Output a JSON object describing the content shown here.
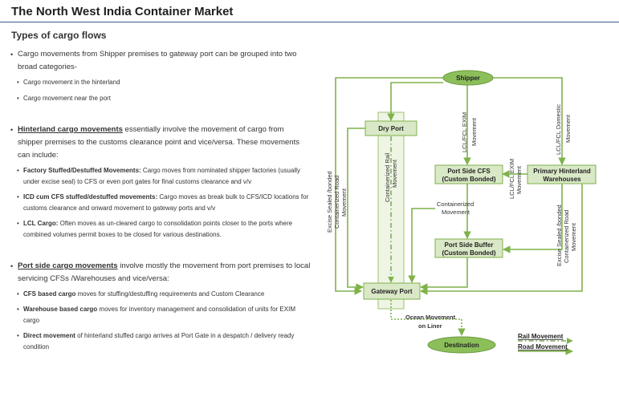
{
  "header": {
    "title": "The North West India Container Market",
    "subtitle": "Types of cargo flows"
  },
  "text": {
    "intro": "Cargo movements from Shipper premises to gateway port can be grouped into two broad categories-",
    "cat1": "Cargo movement in the hinterland",
    "cat2": "Cargo movement near the port",
    "hinterland_head": "Hinterland  cargo movements",
    "hinterland_rest": " essentially involve the movement of cargo from shipper premises to the customs clearance point and vice/versa.  These movements can include:",
    "factory_head": "Factory Stuffed/Destuffed Movements:",
    "factory_rest": " Cargo moves from nominated shipper factories (usually under excise seal) to CFS or even port gates for final customs clearance and v/v",
    "icd_head": "ICD cum CFS stuffed/destuffed movements:",
    "icd_rest": " Cargo moves as break bulk to CFS/ICD locations for customs clearance and onward movement to gateway ports and v/v",
    "lcl_head": "LCL Cargo:",
    "lcl_rest": " Often moves as un-cleared cargo to consolidation points closer to the ports where combined volumes permit  boxes to be closed for various destinations.",
    "port_head": "Port side cargo movements",
    "port_rest": " involve mostly the movement from port premises to local servicing CFSs /Warehouses and vice/versa:",
    "cfs_head": "CFS based cargo",
    "cfs_rest": " moves for stuffing/destuffing requirements and Custom Clearance",
    "wh_head": "Warehouse based cargo",
    "wh_rest": " moves for inventory management and consolidation of units for EXIM cargo",
    "direct_head": "Direct movement",
    "direct_rest": " of hinterland stuffed cargo arrives at Port Gate in a despatch / delivery ready condition"
  },
  "diagram": {
    "nodes": {
      "shipper": "Shipper",
      "dry_port": "Dry Port",
      "cfs_1": "Port Side CFS",
      "cfs_2": "(Custom Bonded)",
      "phw_1": "Primary Hinterland",
      "phw_2": "Warehouses",
      "buf_1": "Port Side Buffer",
      "buf_2": "(Custom Bonded)",
      "gateway": "Gateway Port",
      "destination": "Destination"
    },
    "labels": {
      "excise_left_1": "Excise Sealed /bonded",
      "excise_left_2": "Containerized Road",
      "excise_left_3": "Movement",
      "rail_1": "Containerized Rail",
      "rail_2": "Movement",
      "lcl_exim_1": "LCL/FCL EXIM",
      "lcl_exim_2": "Movement",
      "lcl_dom_1": "LCL/FCL Domestic",
      "lcl_dom_2": "Movement",
      "lcl_exim_mid_1": "LCL/FCL EXIM",
      "lcl_exim_mid_2": "Movement",
      "cont_1": "Containerized",
      "cont_2": "Movement",
      "excise_right_1": "Excise Sealed /bonded",
      "excise_right_2": "Containerized Road",
      "excise_right_3": "Movement",
      "ocean_1": "Ocean Movement",
      "ocean_2": "on Liner"
    },
    "legend": {
      "rail": "Rail Movement",
      "road": "Road Movement"
    },
    "colors": {
      "line": "#7fb24a",
      "node_fill": "#d9e8c6",
      "node_stroke": "#7fb24a",
      "ellipse_fill": "#8cbf5a",
      "rail_dash": "#6a9a3c"
    }
  }
}
